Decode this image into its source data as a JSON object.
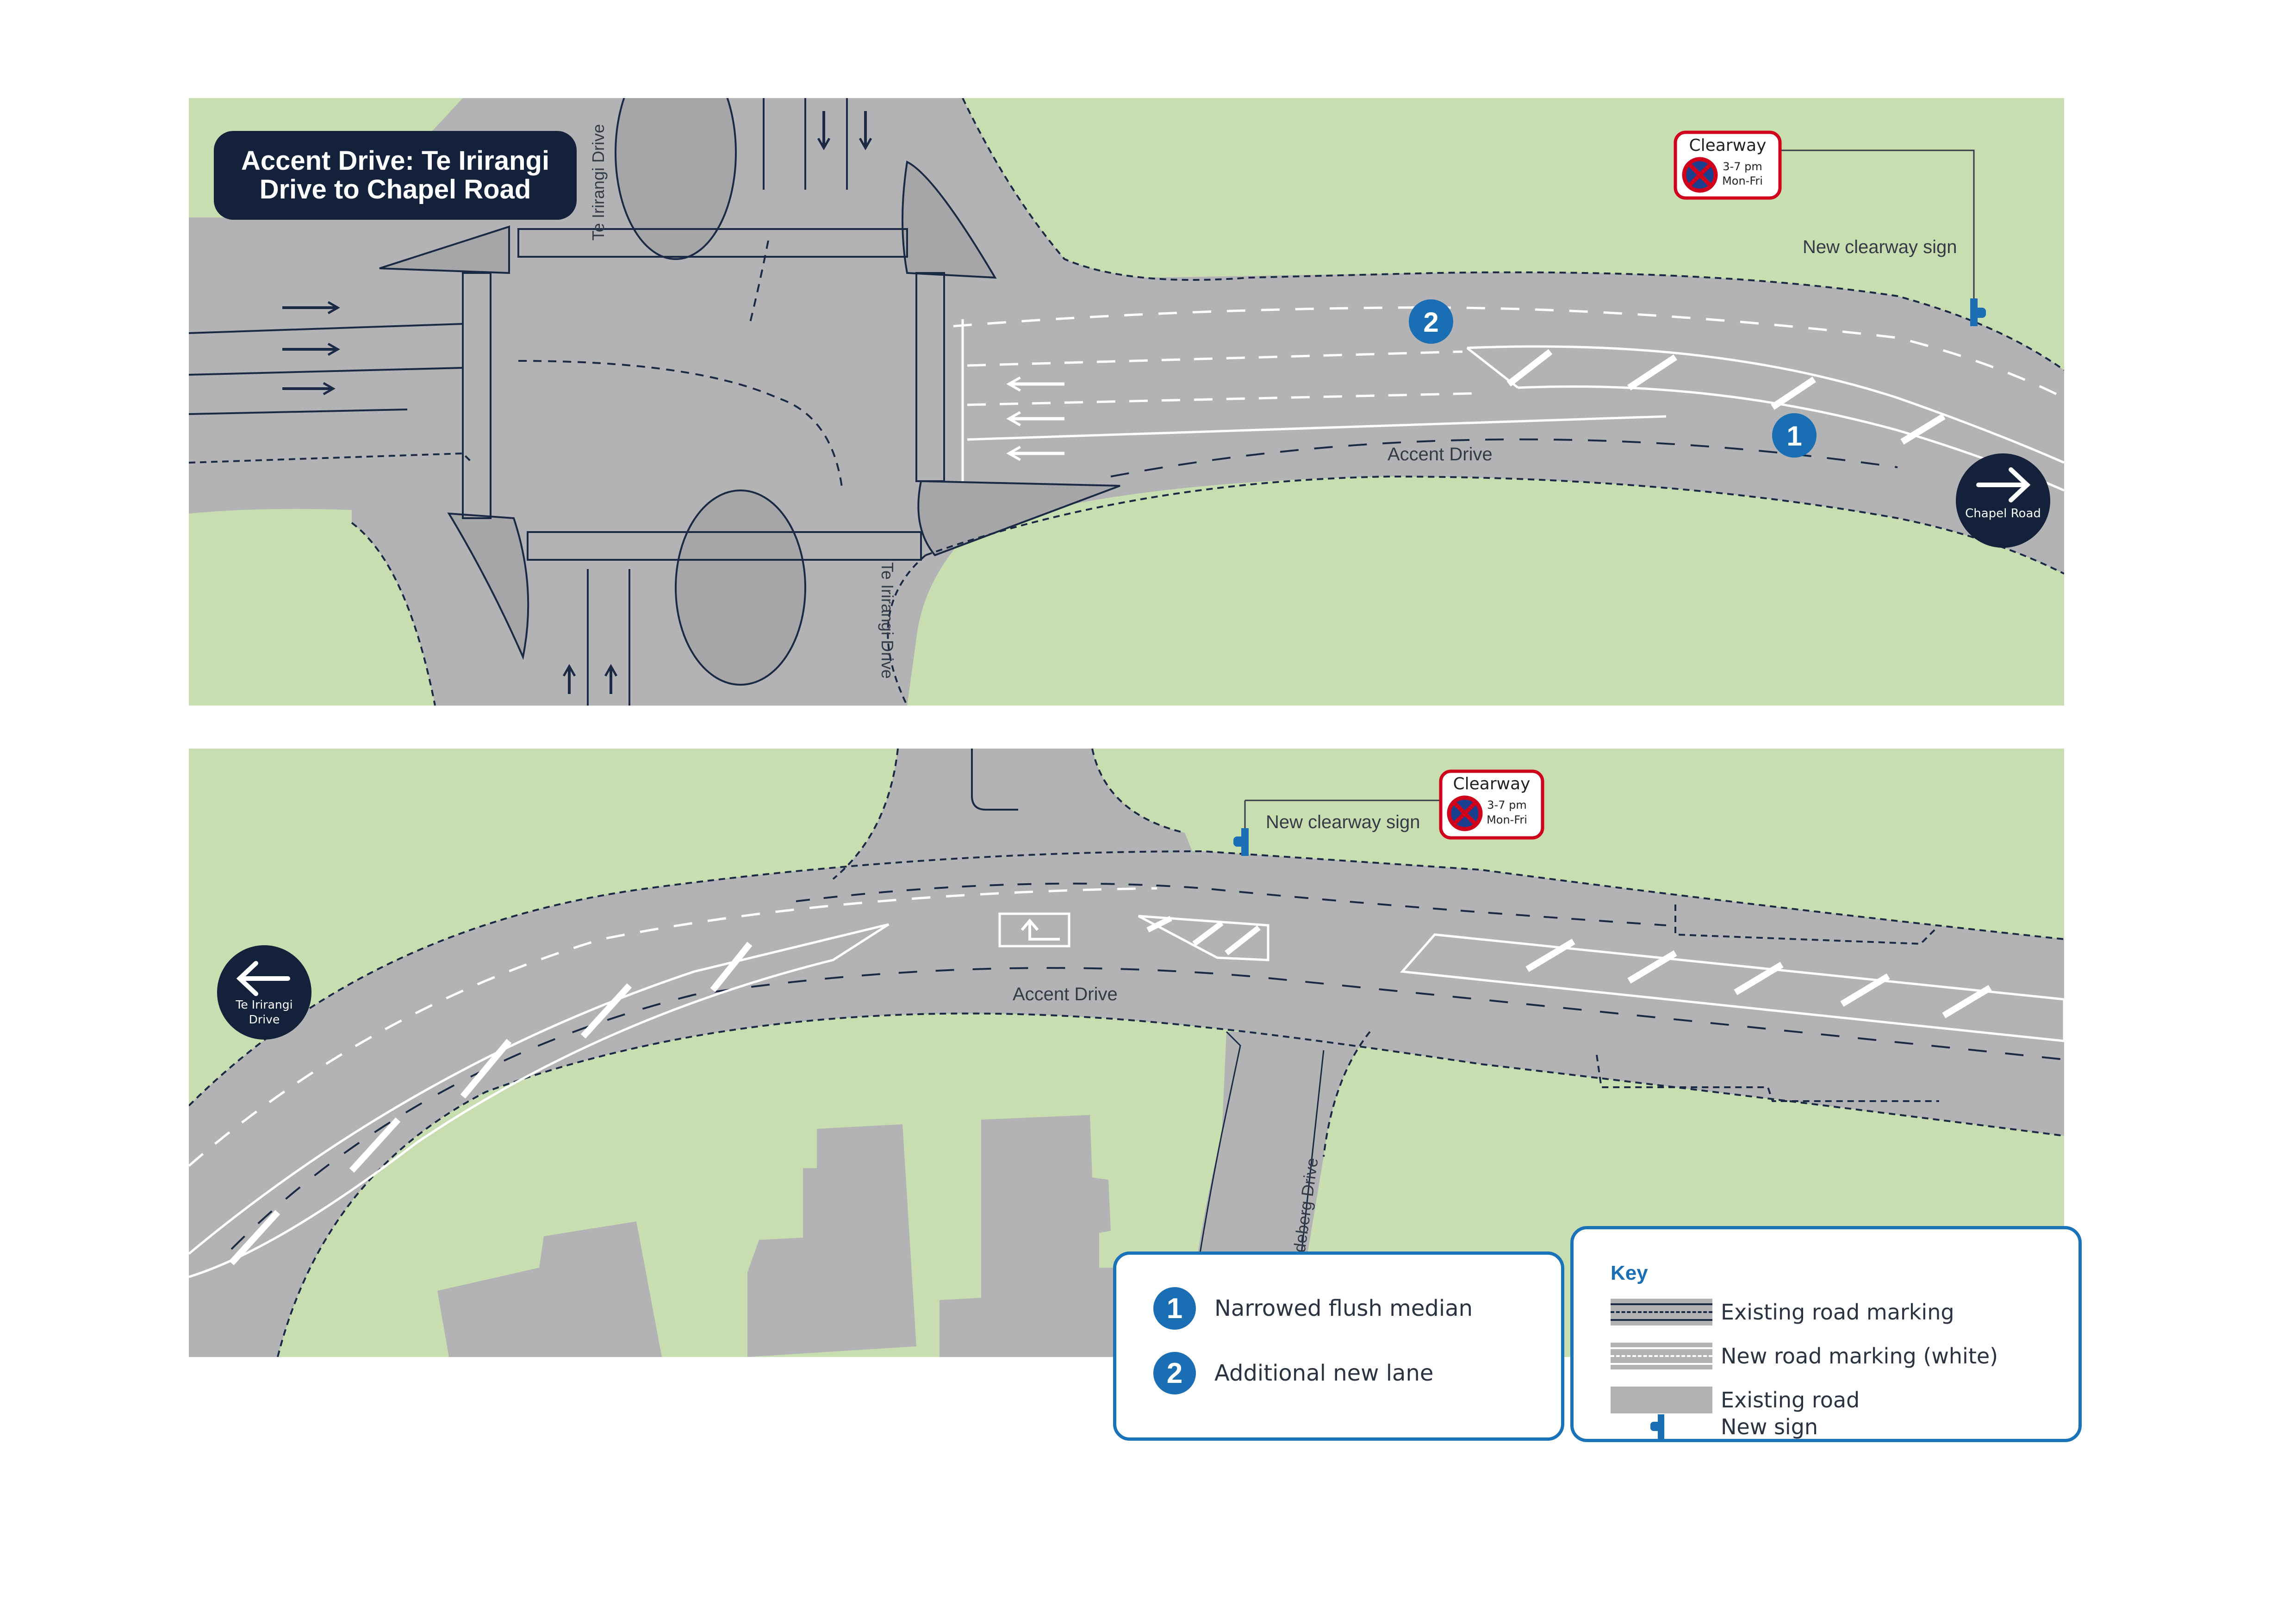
{
  "title": {
    "line1": "Accent Drive: Te Irirangi",
    "line2": "Drive to Chapel Road"
  },
  "colors": {
    "grass": "#c8ddb0",
    "road": "#b3b3b5",
    "navy": "#13213a",
    "blue": "#1a6fb4",
    "sign_red": "#d0021b"
  },
  "top_map": {
    "street_labels": {
      "te_irirangi_north": "Te Irirangi Drive",
      "te_irirangi_south": "Te Irirangi Drive",
      "accent": "Accent Drive"
    },
    "clearway_sign": {
      "title": "Clearway",
      "hours": "3-7 pm",
      "days": "Mon-Fri",
      "callout": "New clearway sign"
    },
    "direction": {
      "label": "Chapel Road",
      "icon": "arrow-right-icon"
    },
    "markers": [
      "2",
      "1"
    ]
  },
  "bottom_map": {
    "street_labels": {
      "accent": "Accent Drive",
      "siedeberg": "Siedeberg Drive"
    },
    "clearway_sign": {
      "title": "Clearway",
      "hours": "3-7 pm",
      "days": "Mon-Fri",
      "callout": "New clearway sign"
    },
    "direction": {
      "label_line1": "Te Irirangi",
      "label_line2": "Drive",
      "icon": "arrow-left-icon"
    }
  },
  "legend_numbers": [
    {
      "num": "1",
      "label": "Narrowed flush median"
    },
    {
      "num": "2",
      "label": "Additional new lane"
    }
  ],
  "key": {
    "title": "Key",
    "items": [
      {
        "label": "Existing road marking"
      },
      {
        "label": "New road marking (white)"
      },
      {
        "label": "Existing road"
      },
      {
        "label": "New sign"
      }
    ]
  }
}
